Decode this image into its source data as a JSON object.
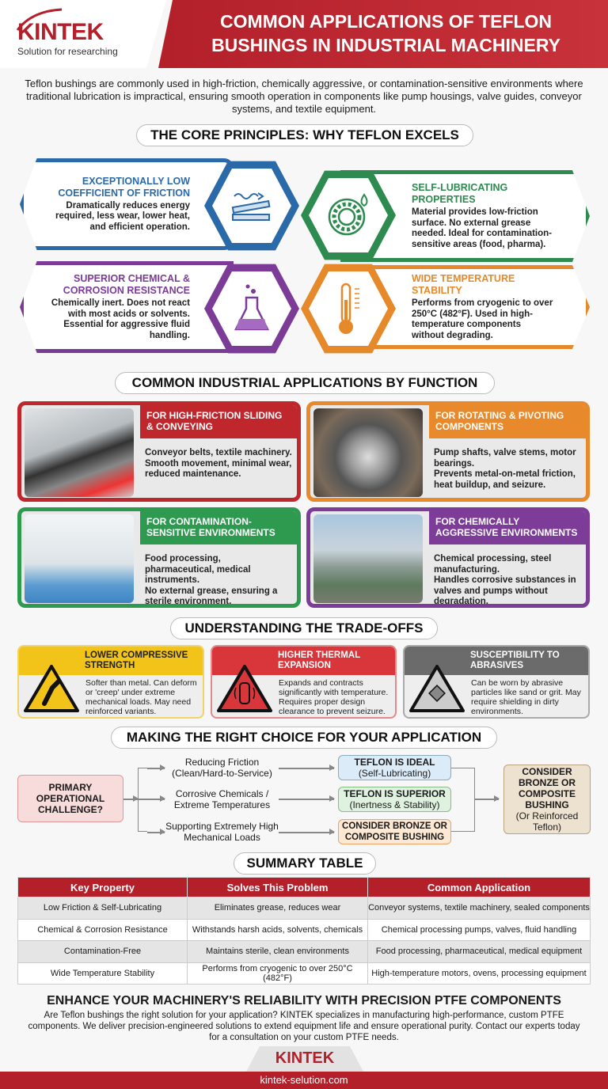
{
  "brand": {
    "logo": "KINTEK",
    "tagline": "Solution for researching",
    "primary_color": "#b3202a"
  },
  "header": {
    "title_line1": "COMMON APPLICATIONS OF TEFLON",
    "title_line2": "BUSHINGS IN INDUSTRIAL MACHINERY"
  },
  "intro": "Teflon bushings are commonly used in high-friction, chemically aggressive, or contamination-sensitive environments where traditional lubrication is impractical, ensuring smooth operation in components like pump housings, valve guides, conveyor systems, and textile equipment.",
  "principles": {
    "heading": "THE CORE PRINCIPLES: WHY TEFLON EXCELS",
    "items": [
      {
        "title": "EXCEPTIONALLY LOW COEFFICIENT OF FRICTION",
        "body": "Dramatically reduces energy required, less wear, lower heat, and efficient operation.",
        "color": "#2a6aa8",
        "icon": "sliding-surfaces-icon"
      },
      {
        "title": "SELF-LUBRICATING PROPERTIES",
        "body": "Material provides low-friction surface. No external grease needed. Ideal for contamination-sensitive areas (food, pharma).",
        "color": "#2e8b4f",
        "icon": "bearing-droplet-icon"
      },
      {
        "title": "SUPERIOR CHEMICAL & CORROSION RESISTANCE",
        "body": "Chemically inert. Does not react with most acids or solvents. Essential for aggressive fluid handling.",
        "color": "#7b3b97",
        "icon": "flask-icon"
      },
      {
        "title": "WIDE TEMPERATURE STABILITY",
        "body": "Performs from cryogenic to over 250°C (482°F). Used in high-temperature components without degrading.",
        "color": "#e5892a",
        "icon": "thermometer-icon"
      }
    ]
  },
  "applications": {
    "heading": "COMMON INDUSTRIAL APPLICATIONS BY FUNCTION",
    "items": [
      {
        "title": "FOR HIGH-FRICTION SLIDING & CONVEYING",
        "body1": "Conveyor belts, textile machinery.",
        "body2": "Smooth movement, minimal wear, reduced maintenance.",
        "color": "#c0272d"
      },
      {
        "title": "FOR ROTATING & PIVOTING COMPONENTS",
        "body1": "Pump shafts, valve stems, motor bearings.",
        "body2": "Prevents metal-on-metal friction, heat buildup, and seizure.",
        "color": "#e8892b"
      },
      {
        "title": "FOR CONTAMINATION-SENSITIVE ENVIRONMENTS",
        "body1": "Food processing, pharmaceutical, medical instruments.",
        "body2": "No external grease, ensuring a sterile environment.",
        "color": "#2e9a4f"
      },
      {
        "title": "FOR CHEMICALLY AGGRESSIVE ENVIRONMENTS",
        "body1": "Chemical processing, steel manufacturing.",
        "body2": "Handles corrosive substances in valves and pumps without degradation.",
        "color": "#7d3c98"
      }
    ]
  },
  "tradeoffs": {
    "heading": "UNDERSTANDING THE TRADE-OFFS",
    "items": [
      {
        "title": "LOWER COMPRESSIVE STRENGTH",
        "body": "Softer than metal. Can deform or 'creep' under extreme mechanical loads. May need reinforced variants.",
        "color": "#f2c318"
      },
      {
        "title": "HIGHER THERMAL EXPANSION",
        "body": "Expands and contracts significantly with temperature. Requires proper design clearance to prevent seizure.",
        "color": "#d8363a"
      },
      {
        "title": "SUSCEPTIBILITY TO ABRASIVES",
        "body": "Can be worn by abrasive particles like sand or grit. May require shielding in dirty environments.",
        "color": "#6b6b6b"
      }
    ]
  },
  "choice": {
    "heading": "MAKING THE RIGHT CHOICE FOR YOUR APPLICATION",
    "start": "PRIMARY OPERATIONAL CHALLENGE?",
    "branches": [
      {
        "condition": "Reducing Friction (Clean/Hard-to-Service)",
        "result_title": "TEFLON IS IDEAL",
        "result_sub": "(Self-Lubricating)"
      },
      {
        "condition": "Corrosive Chemicals / Extreme Temperatures",
        "result_title": "TEFLON IS SUPERIOR",
        "result_sub": "(Inertness & Stability)"
      },
      {
        "condition": "Supporting Extremely High Mechanical Loads",
        "result_title": "CONSIDER BRONZE OR COMPOSITE BUSHING",
        "result_sub": ""
      }
    ],
    "final_title": "CONSIDER BRONZE OR COMPOSITE BUSHING",
    "final_sub": "(Or Reinforced Teflon)"
  },
  "summary": {
    "heading": "SUMMARY TABLE",
    "columns": [
      "Key Property",
      "Solves This Problem",
      "Common Application"
    ],
    "rows": [
      [
        "Low Friction & Self-Lubricating",
        "Eliminates grease, reduces wear",
        "Conveyor systems, textile machinery, sealed components"
      ],
      [
        "Chemical & Corrosion Resistance",
        "Withstands harsh acids, solvents, chemicals",
        "Chemical processing pumps, valves, fluid handling"
      ],
      [
        "Contamination-Free",
        "Maintains sterile, clean environments",
        "Food processing, pharmaceutical, medical equipment"
      ],
      [
        "Wide Temperature Stability",
        "Performs from cryogenic to over 250°C (482°F)",
        "High-temperature motors, ovens, processing equipment"
      ]
    ]
  },
  "cta": {
    "heading": "ENHANCE YOUR MACHINERY'S RELIABILITY WITH PRECISION PTFE COMPONENTS",
    "body": "Are Teflon bushings the right solution for your application? KINTEK specializes in manufacturing high-performance, custom PTFE components. We deliver precision-engineered solutions to extend equipment life and ensure operational purity. Contact our experts today for a consultation on your custom PTFE needs."
  },
  "footer": {
    "logo": "KINTEK",
    "url": "kintek-selution.com"
  }
}
